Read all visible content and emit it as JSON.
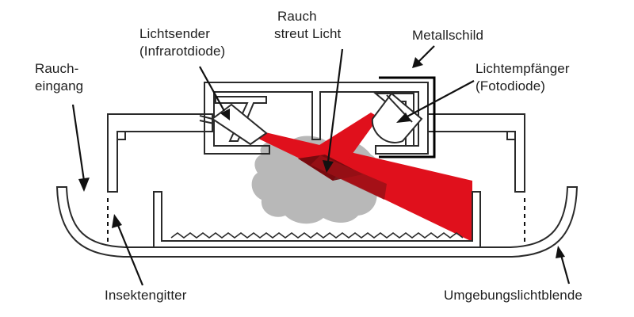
{
  "labels": {
    "smoke_inlet": {
      "line1": "Rauch-",
      "line2": "eingang"
    },
    "light_emitter": {
      "line1": "Lichtsender",
      "line2": "(Infrarotdiode)"
    },
    "smoke_scatters": {
      "line1": "Rauch",
      "line2": "streut Licht"
    },
    "metal_shield": {
      "line1": "Metallschild"
    },
    "light_receiver": {
      "line1": "Lichtempfänger",
      "line2": "(Fotodiode)"
    },
    "insect_screen": {
      "line1": "Insektengitter"
    },
    "ambient_light_baffle": {
      "line1": "Umgebungslichtblende"
    }
  },
  "colors": {
    "beam_bright": "#e0101c",
    "beam_dark": "#9a1016",
    "beam_overlap": "#6e0a0e",
    "smoke": "#b8b8b8",
    "structure": "#2a2a2a",
    "shield": "#000000"
  }
}
